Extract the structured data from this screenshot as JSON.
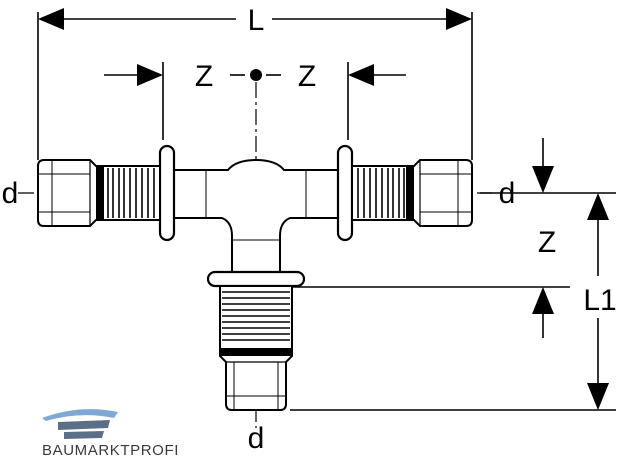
{
  "labels": {
    "length_total": "L",
    "offset_left": "Z",
    "offset_right": "Z",
    "offset_branch": "Z",
    "length_branch": "L1",
    "diameter_left": "d",
    "diameter_right": "d",
    "diameter_bottom": "d"
  },
  "logo": {
    "text": "BAUMARKTPROFI"
  },
  "colors": {
    "line": "#000000",
    "logo_light": "#7fa8d4",
    "logo_dark": "#5b6f86",
    "logo_text": "#3a3a3a"
  }
}
